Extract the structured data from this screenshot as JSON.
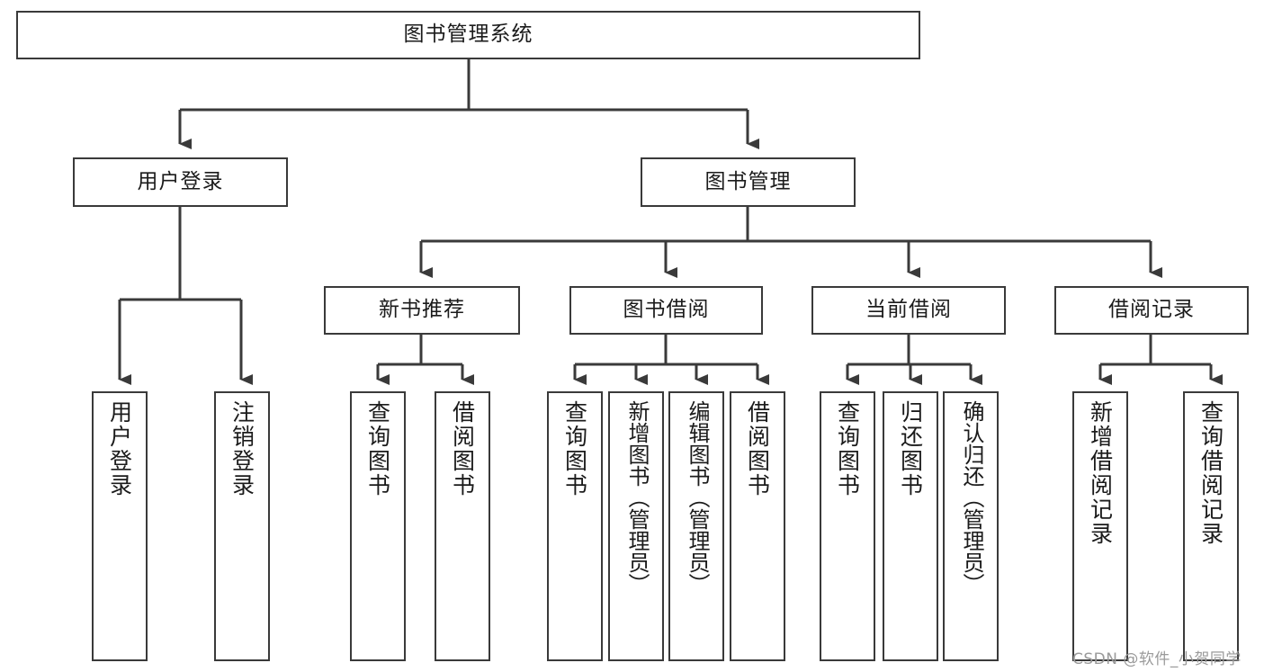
{
  "diagram": {
    "title": "图书管理系统",
    "type": "tree",
    "root": {
      "id": "root",
      "label": "图书管理系统"
    },
    "level1": [
      {
        "id": "user-login",
        "label": "用户登录"
      },
      {
        "id": "book-manage",
        "label": "图书管理"
      }
    ],
    "level2": [
      {
        "id": "new-book-recommend",
        "label": "新书推荐",
        "parent": "book-manage"
      },
      {
        "id": "book-borrow",
        "label": "图书借阅",
        "parent": "book-manage"
      },
      {
        "id": "current-borrow",
        "label": "当前借阅",
        "parent": "book-manage"
      },
      {
        "id": "borrow-record",
        "label": "借阅记录",
        "parent": "book-manage"
      }
    ],
    "leaves": {
      "user-login": [
        {
          "id": "leaf-user-login",
          "label": "用户登录"
        },
        {
          "id": "leaf-logout-login",
          "label": "注销登录"
        }
      ],
      "new-book-recommend": [
        {
          "id": "leaf-query-book-1",
          "label": "查询图书"
        },
        {
          "id": "leaf-borrow-book-1",
          "label": "借阅图书"
        }
      ],
      "book-borrow": [
        {
          "id": "leaf-query-book-2",
          "label": "查询图书"
        },
        {
          "id": "leaf-add-book",
          "label": "新增图书（管理员）"
        },
        {
          "id": "leaf-edit-book",
          "label": "编辑图书（管理员）"
        },
        {
          "id": "leaf-borrow-book-2",
          "label": "借阅图书"
        }
      ],
      "current-borrow": [
        {
          "id": "leaf-query-book-3",
          "label": "查询图书"
        },
        {
          "id": "leaf-return-book",
          "label": "归还图书"
        },
        {
          "id": "leaf-confirm-return",
          "label": "确认归还（管理员）"
        }
      ],
      "borrow-record": [
        {
          "id": "leaf-add-record",
          "label": "新增借阅记录"
        },
        {
          "id": "leaf-query-record",
          "label": "查询借阅记录"
        }
      ]
    },
    "colors": {
      "box_border": "#3a3a3a",
      "box_fill": "#ffffff",
      "connector": "#3a3a3a",
      "text": "#1b1b1b",
      "background": "#ffffff",
      "watermark": "#9a9a9a"
    }
  },
  "watermark": {
    "text": "CSDN @软件_小贺同学"
  }
}
